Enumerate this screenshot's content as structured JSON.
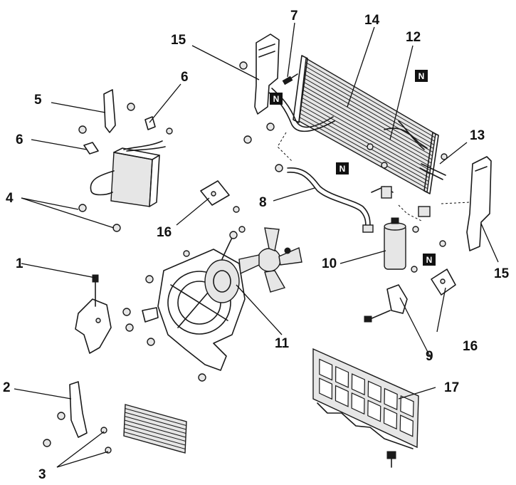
{
  "labels": {
    "n1": "1",
    "n2": "2",
    "n3": "3",
    "n4": "4",
    "n5": "5",
    "n6a": "6",
    "n6b": "6",
    "n7": "7",
    "n8": "8",
    "n9": "9",
    "n10": "10",
    "n11": "11",
    "n12": "12",
    "n13": "13",
    "n14": "14",
    "n15a": "15",
    "n15b": "15",
    "n16a": "16",
    "n16b": "16",
    "n17": "17"
  },
  "badge_text": "N"
}
